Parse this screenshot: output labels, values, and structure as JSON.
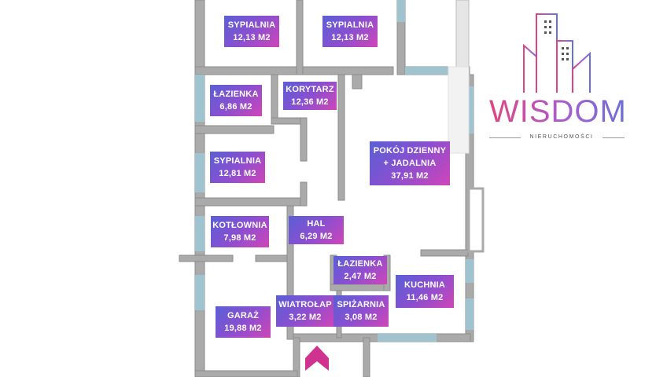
{
  "rooms": [
    {
      "name": "SYPIALNIA",
      "area": "12,13 M2"
    },
    {
      "name": "SYPIALNIA",
      "area": "12,13 M2"
    },
    {
      "name": "ŁAZIENKA",
      "area": "6,86 M2"
    },
    {
      "name": "KORYTARZ",
      "area": "12,36 M2"
    },
    {
      "name": "SYPIALNIA",
      "area": "12,81 M2"
    },
    {
      "name": "POKÓJ DZIENNY",
      "name2": "+ JADALNIA",
      "area": "37,91 M2"
    },
    {
      "name": "KOTŁOWNIA",
      "area": "7,98 M2"
    },
    {
      "name": "HAL",
      "area": "6,29 M2"
    },
    {
      "name": "ŁAZIENKA",
      "area": "2,47 M2"
    },
    {
      "name": "KUCHNIA",
      "area": "11,46 M2"
    },
    {
      "name": "GARAŻ",
      "area": "19,88 M2"
    },
    {
      "name": "WIATROŁAP",
      "area": "3,22 M2"
    },
    {
      "name": "SPIŻARNIA",
      "area": "3,08 M2"
    }
  ],
  "logo": {
    "word": "WISDOM",
    "subtitle": "NIERUCHOMOŚCI",
    "colors": {
      "pink": "#e0457f",
      "purple": "#a65fcf",
      "blue": "#6a70d8"
    }
  },
  "colors": {
    "wall": "#aaaaaa",
    "window": "#9fc4cf",
    "floor": "#ffffff",
    "label_gradient": [
      "#5a5fd6",
      "#8a4fd0",
      "#d045b8"
    ],
    "entrance_arrow": "#d0338f"
  }
}
